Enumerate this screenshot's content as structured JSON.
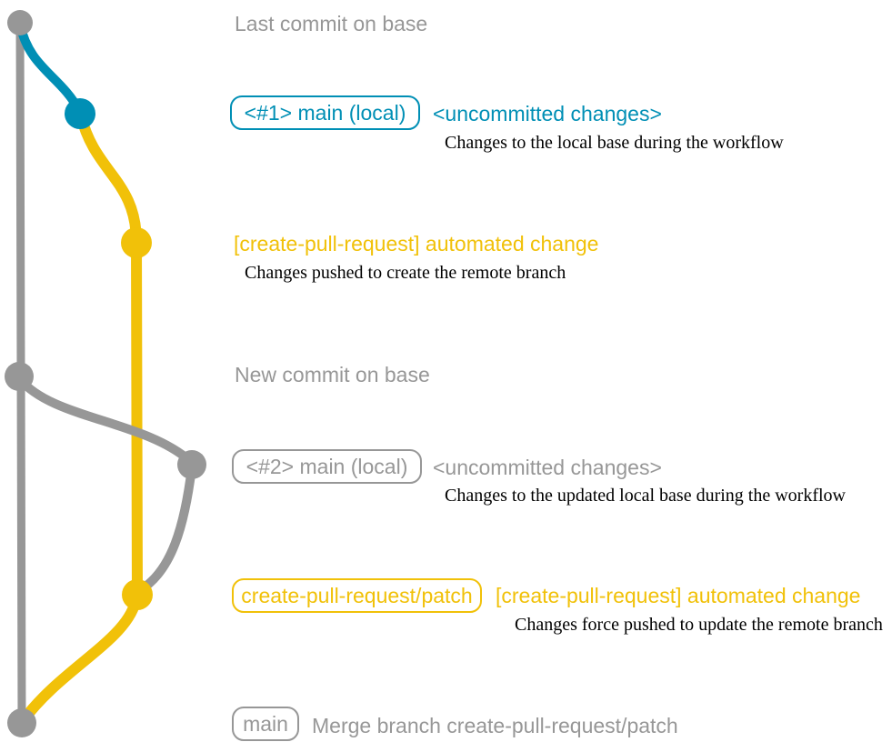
{
  "colors": {
    "gray": "#979797",
    "blue": "#008fb5",
    "yellow": "#f1c109",
    "note_text": "#000000",
    "background": "#ffffff"
  },
  "graph": {
    "description": "git commit graph with three lanes: base branch (gray), local main (blue), create-pull-request/patch (yellow)",
    "commits": [
      {
        "id": "commit-1",
        "lane": "base",
        "color": "gray",
        "annotation": "Last commit on base"
      },
      {
        "id": "commit-2",
        "lane": "local",
        "color": "blue",
        "annotation": "<#1> main (local)"
      },
      {
        "id": "commit-3",
        "lane": "remote",
        "color": "yellow",
        "annotation": "[create-pull-request] automated change"
      },
      {
        "id": "commit-4",
        "lane": "base",
        "color": "gray",
        "annotation": "New commit on base"
      },
      {
        "id": "commit-5",
        "lane": "local",
        "color": "gray",
        "annotation": "<#2> main (local)"
      },
      {
        "id": "commit-6",
        "lane": "remote",
        "color": "yellow",
        "annotation": "create-pull-request/patch"
      },
      {
        "id": "commit-7",
        "lane": "base",
        "color": "gray",
        "annotation": "Merge branch create-pull-request/patch"
      }
    ]
  },
  "annotations": {
    "last_commit": "Last commit on base",
    "new_commit": "New commit on base",
    "row1": {
      "branch_label": "<#1> main (local)",
      "message": "<uncommitted changes>",
      "note": "Changes to the local base during the workflow"
    },
    "row2": {
      "message": "[create-pull-request] automated change",
      "note": "Changes pushed to create the remote branch"
    },
    "row3": {
      "branch_label": "<#2> main (local)",
      "message": "<uncommitted changes>",
      "note": "Changes to the updated local base during the workflow"
    },
    "row4": {
      "branch_label": "create-pull-request/patch",
      "message": "[create-pull-request] automated change",
      "note": "Changes force pushed to update the remote branch"
    },
    "row5": {
      "branch_label": "main",
      "message": "Merge branch create-pull-request/patch"
    }
  }
}
